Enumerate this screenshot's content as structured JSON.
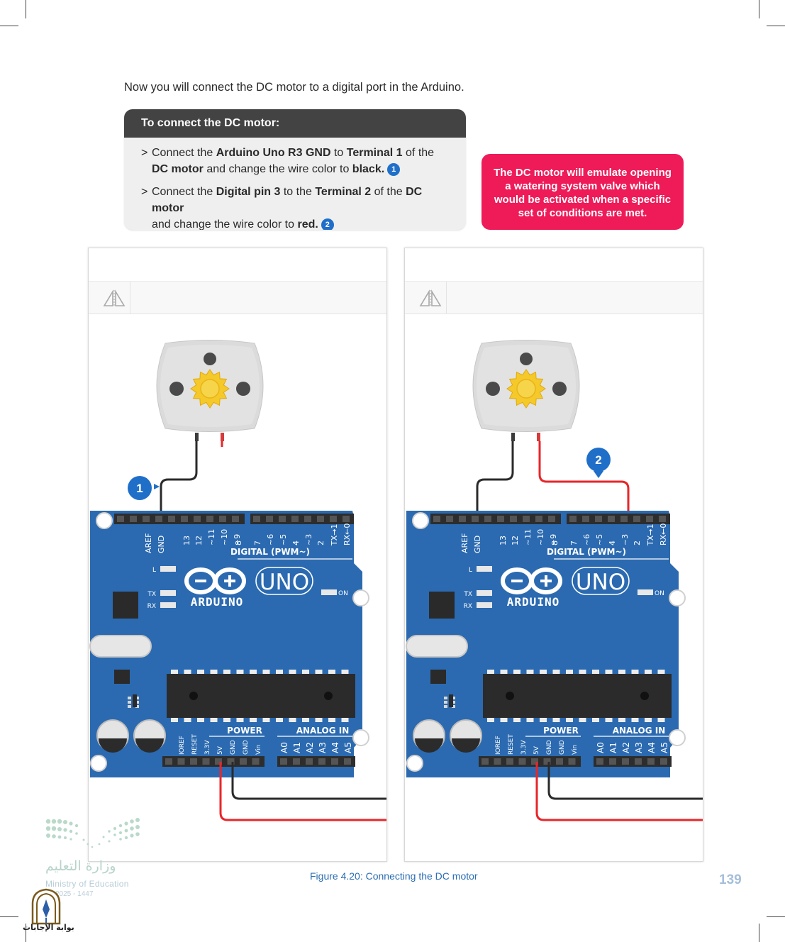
{
  "intro_text": "Now you will connect the DC motor to a digital port in the Arduino.",
  "steps_box": {
    "title": "To connect the DC motor:",
    "step1": {
      "p1": "Connect the ",
      "b1": "Arduino Uno R3 GND",
      "p2": " to ",
      "b2": "Terminal 1",
      "p3": " of the ",
      "b3": "DC motor",
      "p4": " and change the wire color to ",
      "b4": "black.",
      "badge": "1"
    },
    "step2": {
      "p1": "Connect the ",
      "b1": "Digital pin 3",
      "p2": " to the ",
      "b2": "Terminal 2",
      "p3": " of the ",
      "b3": "DC motor",
      "p4": " and change the wire color to ",
      "b4": "red.",
      "badge": "2"
    }
  },
  "note_text": "The DC motor will emulate opening a watering system valve which would be activated when a specific set of conditions are met.",
  "board": {
    "digital_pins": [
      "AREF",
      "GND",
      "13",
      "12",
      "~11",
      "~10",
      "~9",
      "8",
      "7",
      "~6",
      "~5",
      "4",
      "~3",
      "2",
      "TX→1",
      "RX←0"
    ],
    "digital_label": "DIGITAL (PWM~)",
    "led_l": "L",
    "led_tx": "TX",
    "led_rx": "RX",
    "led_on": "ON",
    "brand": "ARDUINO",
    "model": "UNO",
    "power_label": "POWER",
    "analog_label": "ANALOG IN",
    "power_pins": [
      "IOREF",
      "RESET",
      "3.3V",
      "5V",
      "GND",
      "GND",
      "Vin"
    ],
    "analog_pins": [
      "A0",
      "A1",
      "A2",
      "A3",
      "A4",
      "A5"
    ]
  },
  "panels": [
    {
      "badge": "1",
      "step": 1
    },
    {
      "badge": "2",
      "step": 2
    }
  ],
  "caption": "Figure 4.20: Connecting the DC motor",
  "page_number": "139",
  "footer": {
    "ministry_ar": "وزارة التعليم",
    "ministry_en": "Ministry of Education",
    "year": "2025 - 1447",
    "portal": "بوابة الإجابات"
  },
  "colors": {
    "board": "#2b6ab0",
    "wire_black": "#2a2a2a",
    "wire_red": "#e8262a",
    "badge": "#1f6fc9",
    "note_bg": "#ee1b58"
  }
}
